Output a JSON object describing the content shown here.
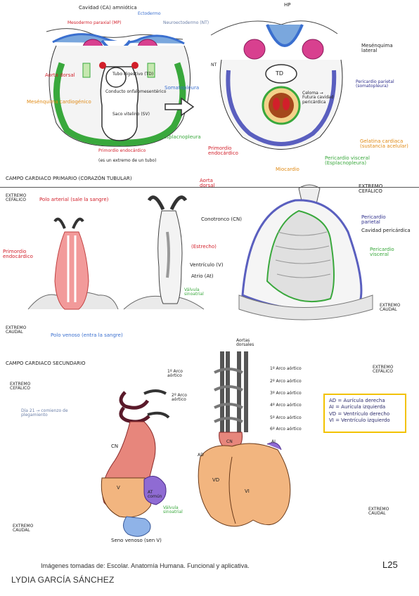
{
  "top": {
    "cavidad_amniotica": "Cavidad (CA) amniótica",
    "ectodermo": "Ectodermo",
    "neuroectodermo": "Neuroectodermo (NT)",
    "mesodermo_paraxial": "Mesodermo paraxial (MP)",
    "aorta_dorsal": "Aorta dorsal",
    "mesenquima_cardiogenico": "Mesénquima cardiogénico",
    "tubo_digestivo": "Tubo digestivo (TD)",
    "conducto_vitelino": "Conducto onfalomesentérico",
    "saco_vitelino": "Saco vitelino (SV)",
    "somatopleura": "Somatopleura",
    "esplacnopleura": "Esplacnopleura",
    "primordio_endocardico": "Primordio endocárdico",
    "en_un_extremo": "(es un extremo de un tubo)",
    "hp": "HP",
    "nt": "NT",
    "td": "TD",
    "mesenquima_lateral": "Mesénquima lateral",
    "pericardio_parietal": "Pericardio parietal (somatopleura)",
    "celoma": "Celoma → Futura cavidad pericárdica",
    "gelatina_cardiaca": "Gelatina cardiaca (sustancia acelular)",
    "pericardio_visceral": "Pericardio visceral (Esplacnopleura)",
    "primordio_endocardico2": "Primordio endocárdico",
    "miocardio": "Miocardio"
  },
  "primary": {
    "heading": "CAMPO CARDIACO PRIMARIO (CORAZÓN TUBULAR)",
    "extremo_cefalico": "EXTREMO CEFÁLICO",
    "polo_arterial": "Polo arterial (sale la sangre)",
    "primordio_endocardico": "Primordio endocárdico",
    "extremo_caudal": "EXTREMO CAUDAL",
    "polo_venoso": "Polo venoso (entra la sangre)",
    "aorta_dorsal": "Aorta dorsal",
    "conotronco": "Conotronco (CN)",
    "estrecho": "(Estrecho)",
    "ventriculo": "Ventrículo (V)",
    "atrio": "Atrio (At)",
    "valvula_sinoatrial": "Válvula sinoatrial",
    "extremo_cefalico_r": "EXTREMO CEFÁLICO",
    "pericardio_parietal": "Pericardio parietal",
    "cavidad_pericardica": "Cavidad pericárdica",
    "pericardio_visceral": "Pericardio visceral",
    "extremo_caudal_r": "EXTREMO CAUDAL"
  },
  "secondary": {
    "heading": "CAMPO CARDIACO SECUNDARIO",
    "extremo_cefalico": "EXTREMO CEFÁLICO",
    "dia21": "Día 21 → comienzo de plegamiento",
    "extremo_caudal": "EXTREMO CAUDAL",
    "arco1": "1º Arco aórtico",
    "arco2": "2º Arco aórtico",
    "cn": "CN",
    "v": "V",
    "at": "AT común",
    "valvula_sinoatrial": "Válvula sinoatrial",
    "seno_venoso": "Seno venoso (sen V)",
    "aortas_dorsales": "Aortas dorsales",
    "r1": "1º Arco aórtico",
    "r2": "2º Arco aórtico",
    "r3": "3º Arco aórtico",
    "r4": "4º Arco aórtico",
    "r5": "5º Arco aórtico",
    "r6": "6º Arco aórtico",
    "ad": "AD",
    "ai": "AI",
    "cn2": "CN",
    "vd": "VD",
    "vi": "VI",
    "extremo_cefalico_r": "EXTREMO CEFÁLICO",
    "extremo_caudal_r": "EXTREMO CAUDAL"
  },
  "legend": [
    "AD = Aurícula derecha",
    "AI = Aurícula izquierda",
    "VD = Ventrículo derecho",
    "VI = Ventrículo izquierdo"
  ],
  "footer": {
    "source": "Imágenes tomadas de: Escolar. Anatomía Humana. Funcional y aplicativa.",
    "page": "L25",
    "author": "LYDIA GARCÍA SÁNCHEZ"
  }
}
